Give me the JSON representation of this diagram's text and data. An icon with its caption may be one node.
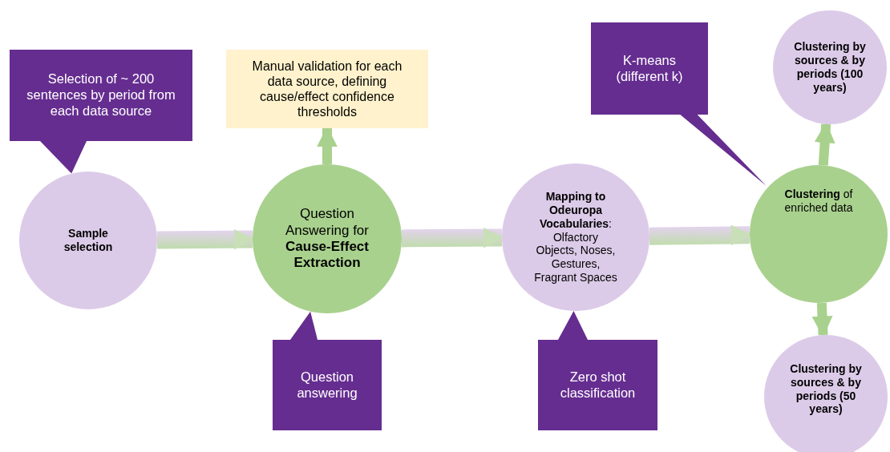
{
  "diagram": {
    "nodes": [
      {
        "text": [
          "Selection of ~ 200 sentences by period from each data source"
        ]
      },
      {
        "text": [
          "Sample selection"
        ]
      },
      {
        "text": [
          "Manual validation for each data source, defining cause/effect confidence thresholds"
        ]
      },
      {
        "text": [
          "Question Answering for **Cause-Effect Extraction**"
        ]
      },
      {
        "text": [
          "Question answering"
        ]
      },
      {
        "text": [
          "**Mapping to Odeuropa Vocabularies**: Olfactory Objects, Noses, Gestures, Fragrant Spaces"
        ]
      },
      {
        "text": [
          "Zero shot classification"
        ]
      },
      {
        "text": [
          "K-means (different k)"
        ]
      },
      {
        "text": [
          "**Clustering** of enriched data"
        ]
      },
      {
        "text": [
          "Clustering by sources & by periods (100 years)"
        ]
      },
      {
        "text": [
          "Clustering by sources & by periods (50 years)"
        ]
      }
    ],
    "edges": [
      {
        "from": 1,
        "to": 3,
        "arrow": "to"
      },
      {
        "from": 3,
        "to": 5,
        "arrow": "to"
      },
      {
        "from": 5,
        "to": 8,
        "arrow": "to"
      },
      {
        "from": 3,
        "to": 2,
        "arrow": "to",
        "color": "#a9d18e"
      },
      {
        "from": 8,
        "to": 9,
        "arrow": "to",
        "color": "#a9d18e"
      },
      {
        "from": 8,
        "to": 10,
        "arrow": "to",
        "color": "#a9d18e"
      },
      {
        "from": 0,
        "to": 1,
        "arrow": "to",
        "color": "#652d90"
      },
      {
        "from": 4,
        "to": 3,
        "arrow": "to",
        "color": "#652d90"
      },
      {
        "from": 6,
        "to": 5,
        "arrow": "to",
        "color": "#652d90"
      },
      {
        "from": 7,
        "to": 8,
        "arrow": "none",
        "color": "#652d90"
      }
    ]
  }
}
